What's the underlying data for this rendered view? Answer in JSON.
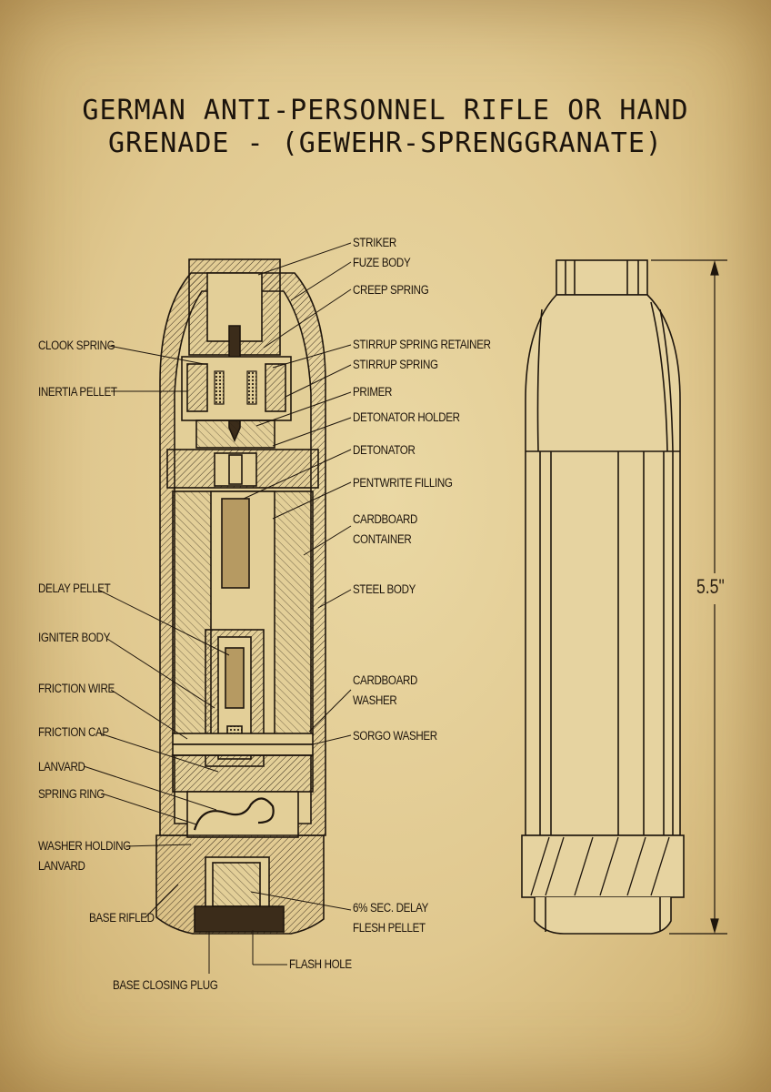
{
  "title_line1": "GERMAN ANTI-PERSONNEL RIFLE OR HAND",
  "title_line2": "GRENADE - (GEWEHR-SPRENGGRANATE)",
  "labels_right": {
    "striker": "STRIKER",
    "fuze_body": "FUZE BODY",
    "creep_spring": "CREEP SPRING",
    "stirrup_spring_retainer": "STIRRUP SPRING RETAINER",
    "stirrup_spring": "STIRRUP SPRING",
    "primer": "PRIMER",
    "detonator_holder": "DETONATOR HOLDER",
    "detonator": "DETONATOR",
    "pentwrite_filling": "PENTWRITE FILLING",
    "cardboard_container_1": "CARDBOARD",
    "cardboard_container_2": "CONTAINER",
    "steel_body": "STEEL BODY",
    "cardboard_washer_1": "CARDBOARD",
    "cardboard_washer_2": "WASHER",
    "sorgo_washer": "SORGO WASHER",
    "delay_pellet_1": "6% SEC. DELAY",
    "delay_pellet_2": "FLESH PELLET",
    "flash_hole": "FLASH HOLE"
  },
  "labels_left": {
    "clook_spring": "CLOOK SPRING",
    "inertia_pellet": "INERTIA PELLET",
    "delay_pellet": "DELAY PELLET",
    "igniter_body": "IGNITER BODY",
    "friction_wire": "FRICTION WIRE",
    "friction_cap": "FRICTION CAP",
    "lanyard": "LANVARD",
    "spring_ring": "SPRING RING",
    "washer_holding_1": "WASHER HOLDING",
    "washer_holding_2": "LANVARD",
    "base_rifled": "BASE RIFLED",
    "base_closing_plug": "BASE CLOSING PLUG"
  },
  "dimension": "5.5\"",
  "colors": {
    "paper": "#e2cd95",
    "ink": "#1f160d"
  }
}
